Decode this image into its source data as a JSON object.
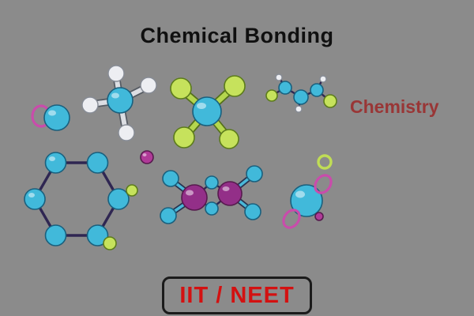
{
  "title": {
    "text": "Chemical Bonding"
  },
  "subtitle": {
    "text": "Chemistry"
  },
  "badge": {
    "label": "IIT / NEET"
  },
  "colors": {
    "bg": "#8b8b8b",
    "title_text": "#101010",
    "subtitle_text": "#993636",
    "badge_text": "#d31111",
    "badge_border": "#1b1b1b",
    "atom_cyan": "#41b9da",
    "atom_cyan_stroke": "#19607e",
    "atom_lime": "#c6e25c",
    "atom_lime_stroke": "#5c7c1b",
    "atom_magenta": "#b03a98",
    "atom_magenta_stroke": "#571a4e",
    "atom_purple": "#932f88",
    "atom_white": "#edeef2",
    "atom_white_stroke": "#878c96",
    "bond_dark": "#2f2652",
    "bond_white": "#dcdee3",
    "bond_lime": "#b5d64e",
    "ring_magenta": "#c94cab",
    "ring_lime": "#c0dd55"
  },
  "molecules": [
    {
      "name": "ion-pair-molecule"
    },
    {
      "name": "methane-molecule"
    },
    {
      "name": "tetrahedral-molecule"
    },
    {
      "name": "chain-molecule"
    },
    {
      "name": "benzene-ring-molecule"
    },
    {
      "name": "single-magenta-atom"
    },
    {
      "name": "bridged-dimer-molecule"
    },
    {
      "name": "lone-pair-atom"
    },
    {
      "name": "orbital-ring"
    }
  ]
}
